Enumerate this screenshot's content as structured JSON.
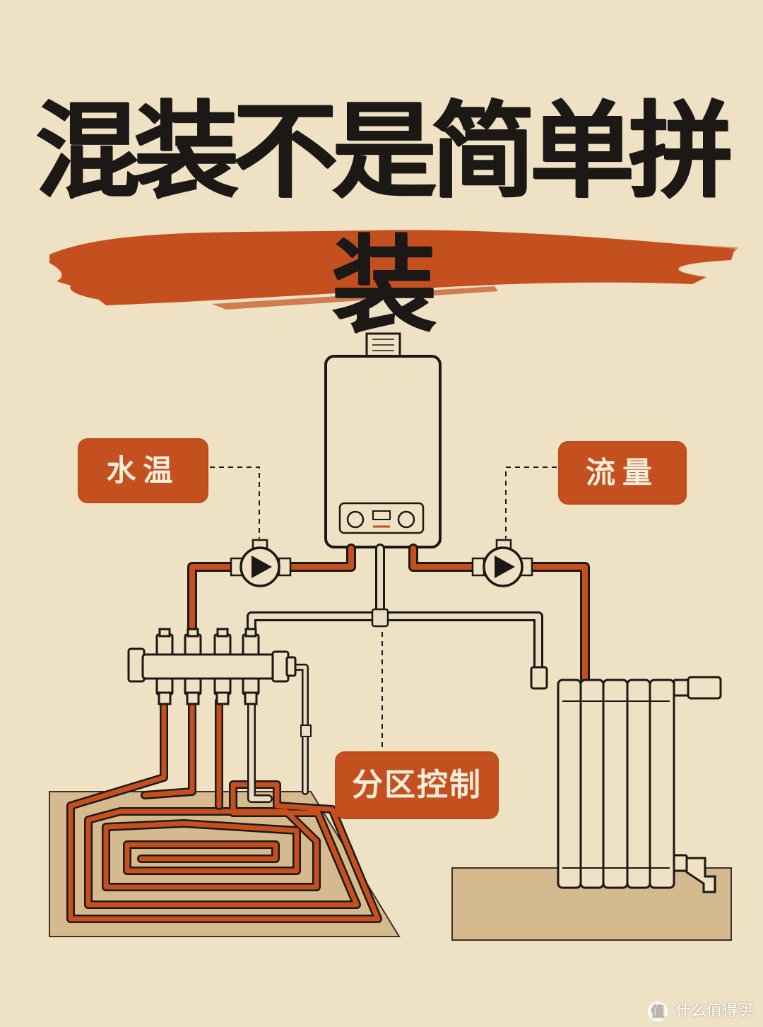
{
  "title": "混装不是简单拼装",
  "labels": {
    "water_temp": "水温",
    "flow": "流量",
    "zone_control": "分区控制"
  },
  "watermark": {
    "logo": "值",
    "text": "什么值得买"
  },
  "colors": {
    "background": "#efe2c4",
    "accent": "#c5501f",
    "ink": "#1c1815",
    "floor": "#d4ba8e"
  },
  "icons": [
    "boiler-icon",
    "pump-icon",
    "manifold-icon",
    "radiator-icon",
    "floor-heating-coil-icon",
    "brush-stroke"
  ]
}
